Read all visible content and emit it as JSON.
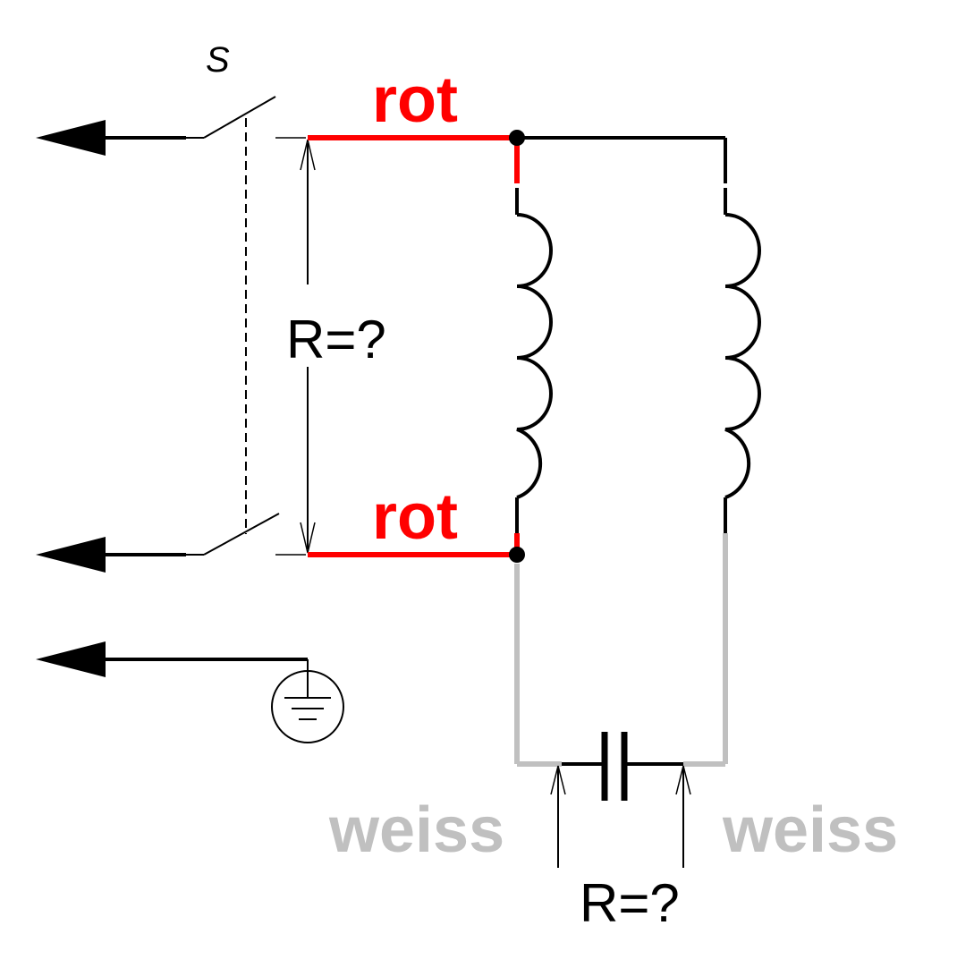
{
  "labels": {
    "switch": "S",
    "wire_top": "rot",
    "wire_bottom": "rot",
    "wire_left_grey": "weiss",
    "wire_right_grey": "weiss",
    "resistance_coil": "R=?",
    "resistance_cap": "R=?"
  },
  "colors": {
    "red": "#ff0000",
    "grey": "#c0c0c0",
    "black": "#000000"
  },
  "icons": {
    "ground": "ground-symbol-icon",
    "capacitor": "capacitor-icon",
    "coil": "inductor-coil-icon",
    "arrow": "arrow-left-icon",
    "switch": "switch-contact-icon"
  }
}
